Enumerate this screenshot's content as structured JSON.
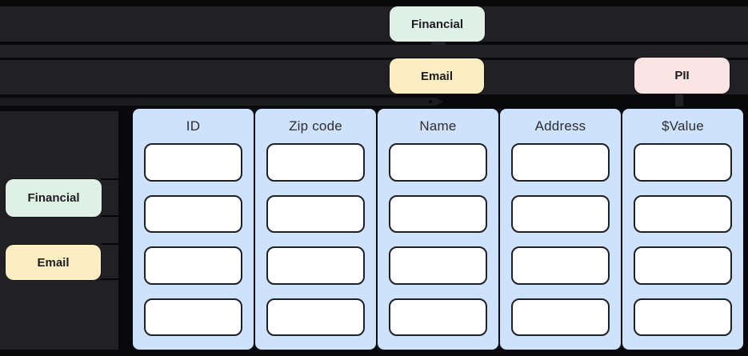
{
  "canvas": {
    "background": "#09090b",
    "lane_fill": "#212125",
    "table_panel_color": "#cfe2fb",
    "cell_color": "#ffffff",
    "cell_border_color": "#1d2025"
  },
  "tags": {
    "top_financial": {
      "label": "Financial",
      "color": "#dff0e6"
    },
    "top_email": {
      "label": "Email",
      "color": "#fcedc3"
    },
    "top_pii": {
      "label": "PII",
      "color": "#fae4e4"
    },
    "sidebar_financial": {
      "label": "Financial",
      "color": "#dff0e6"
    },
    "sidebar_email": {
      "label": "Email",
      "color": "#fcedc3"
    }
  },
  "table": {
    "columns": [
      {
        "header": "ID"
      },
      {
        "header": "Zip code"
      },
      {
        "header": "Name"
      },
      {
        "header": "Address"
      },
      {
        "header": "$Value"
      }
    ],
    "rows_per_column": 4,
    "cells_empty": true
  }
}
